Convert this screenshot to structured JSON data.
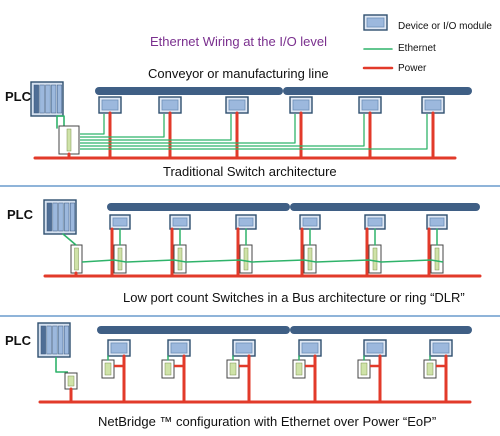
{
  "diagram": {
    "title": "Ethernet Wiring at the I/O level",
    "legend": {
      "device": "Device or I/O module",
      "ethernet": "Ethernet",
      "power": "Power"
    },
    "colors": {
      "ethernet": "#2fb36a",
      "power": "#e23a2a",
      "rail": "#3f5f85",
      "device_fill": "#9cb8dd",
      "device_border": "#2f4f6f",
      "divider": "#8fb4d9",
      "title": "#7a2f8e"
    },
    "panels": [
      {
        "plc_label": "PLC",
        "line_label": "Conveyor or manufacturing line",
        "caption": "Traditional Switch architecture"
      },
      {
        "plc_label": "PLC",
        "caption": "Low port count Switches in a Bus architecture or ring  “DLR”"
      },
      {
        "plc_label": "PLC",
        "caption": "NetBridge ™ configuration with Ethernet over Power “EoP”"
      }
    ]
  }
}
